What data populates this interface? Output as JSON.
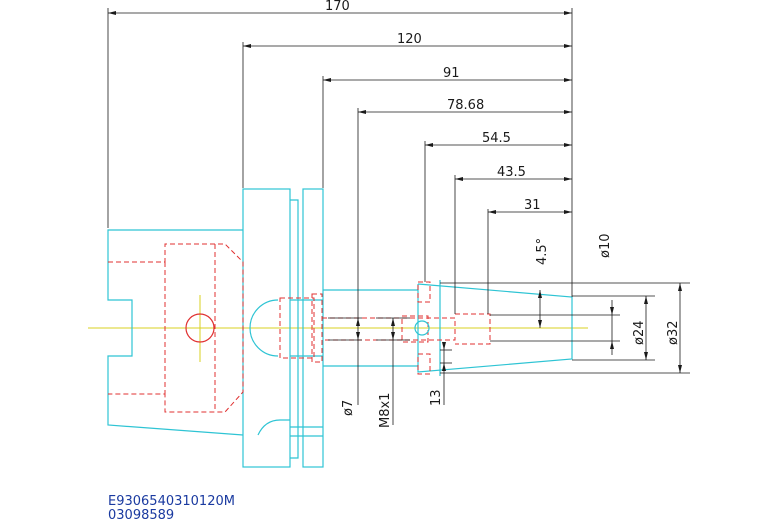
{
  "dimensions": {
    "horizontal": [
      "170",
      "120",
      "91",
      "78.68",
      "54.5",
      "43.5",
      "31"
    ],
    "vertical_right": [
      "ø10",
      "ø24",
      "ø32"
    ],
    "vertical_bottom": [
      "ø7",
      "M8x1",
      "13"
    ],
    "angle": "4.5°"
  },
  "part_numbers": {
    "line1": "E9306540310120M",
    "line2": "03098589"
  },
  "colors": {
    "outline": "#2ec4d4",
    "hidden": "#e03030",
    "dimension": "#1a1a1a",
    "centerline": "#d8d020",
    "partnum": "#1a3aa0"
  }
}
